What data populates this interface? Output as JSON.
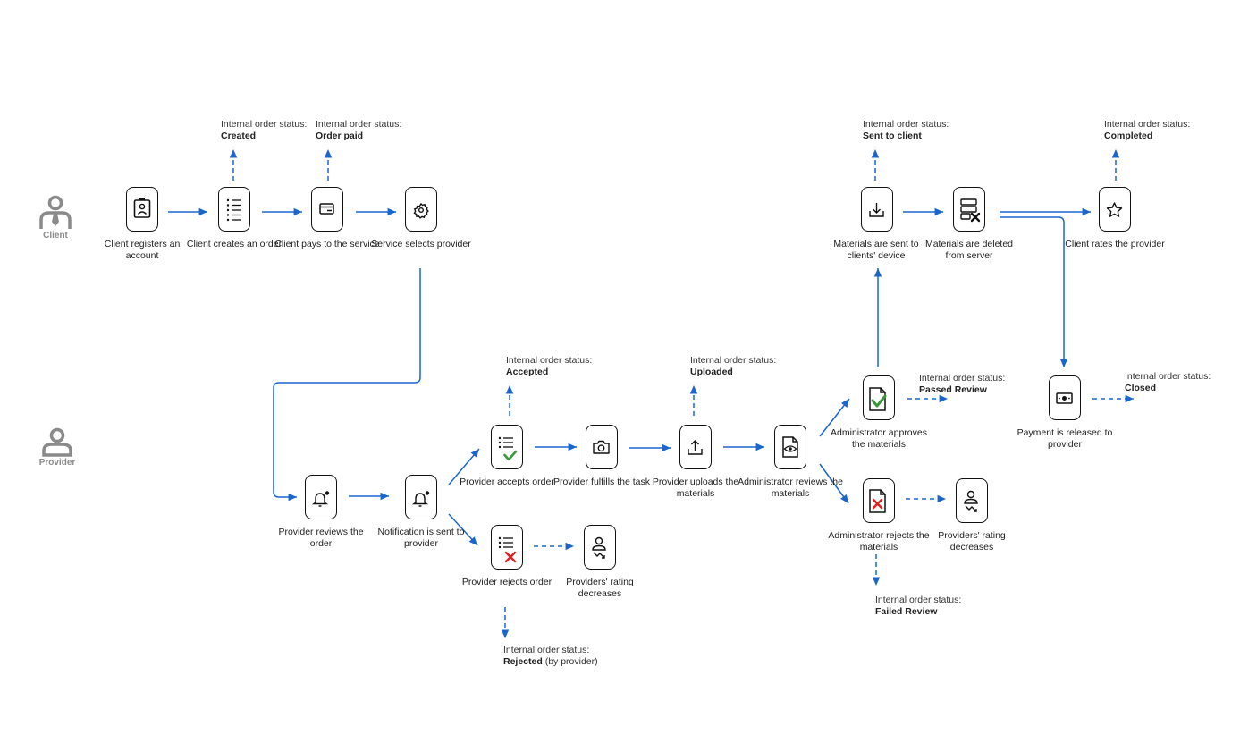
{
  "roles": {
    "client": "Client",
    "provider": "Provider"
  },
  "colors": {
    "arrow": "#1a66cc",
    "check": "#3a9a3a",
    "cross": "#e02020",
    "role_icon": "#8a8a8a"
  },
  "nodes": {
    "register": {
      "label": "Client registers an account",
      "icon": "id-badge-icon"
    },
    "create": {
      "label": "Client creates an order",
      "icon": "list-icon"
    },
    "pay": {
      "label": "Client pays to the service",
      "icon": "credit-card-icon"
    },
    "select": {
      "label": "Service selects provider",
      "icon": "gear-icon"
    },
    "review": {
      "label": "Provider reviews the order",
      "icon": "bell-icon"
    },
    "notify": {
      "label": "Notification is sent to provider",
      "icon": "bell-icon"
    },
    "accept": {
      "label": "Provider accepts order",
      "icon": "list-check-icon"
    },
    "reject": {
      "label": "Provider rejects order",
      "icon": "list-cross-icon"
    },
    "rating1": {
      "label": "Providers' rating decreases",
      "icon": "rating-down-icon"
    },
    "fulfill": {
      "label": "Provider fulfills the task",
      "icon": "camera-icon"
    },
    "upload": {
      "label": "Provider uploads the materials",
      "icon": "upload-icon"
    },
    "adminreview": {
      "label": "Administrator reviews the materials",
      "icon": "document-eye-icon"
    },
    "approve": {
      "label": "Administrator approves the materials",
      "icon": "document-check-icon"
    },
    "adminreject": {
      "label": "Administrator rejects the materials",
      "icon": "document-cross-icon"
    },
    "rating2": {
      "label": "Providers' rating decreases",
      "icon": "rating-down-icon"
    },
    "sent": {
      "label": "Materials are sent to clients' device",
      "icon": "download-icon"
    },
    "deleted": {
      "label": "Materials are deleted from server",
      "icon": "server-delete-icon"
    },
    "rate": {
      "label": "Client rates the provider",
      "icon": "star-icon"
    },
    "payment": {
      "label": "Payment is released to provider",
      "icon": "money-icon"
    }
  },
  "statuses": {
    "created": {
      "prefix": "Internal order status:",
      "value": "Created"
    },
    "paid": {
      "prefix": "Internal order status:",
      "value": "Order paid"
    },
    "accepted": {
      "prefix": "Internal order status:",
      "value": "Accepted"
    },
    "uploaded": {
      "prefix": "Internal order status:",
      "value": "Uploaded"
    },
    "passed": {
      "prefix": "Internal order status:",
      "value": "Passed Review"
    },
    "sent": {
      "prefix": "Internal order status:",
      "value": "Sent to client"
    },
    "completed": {
      "prefix": "Internal order status:",
      "value": "Completed"
    },
    "closed": {
      "prefix": "Internal order status:",
      "value": "Closed"
    },
    "failed": {
      "prefix": "Internal order status:",
      "value": "Failed Review"
    },
    "rejected": {
      "prefix": "Internal order status:",
      "value": "Rejected",
      "suffix": " (by provider)"
    }
  }
}
